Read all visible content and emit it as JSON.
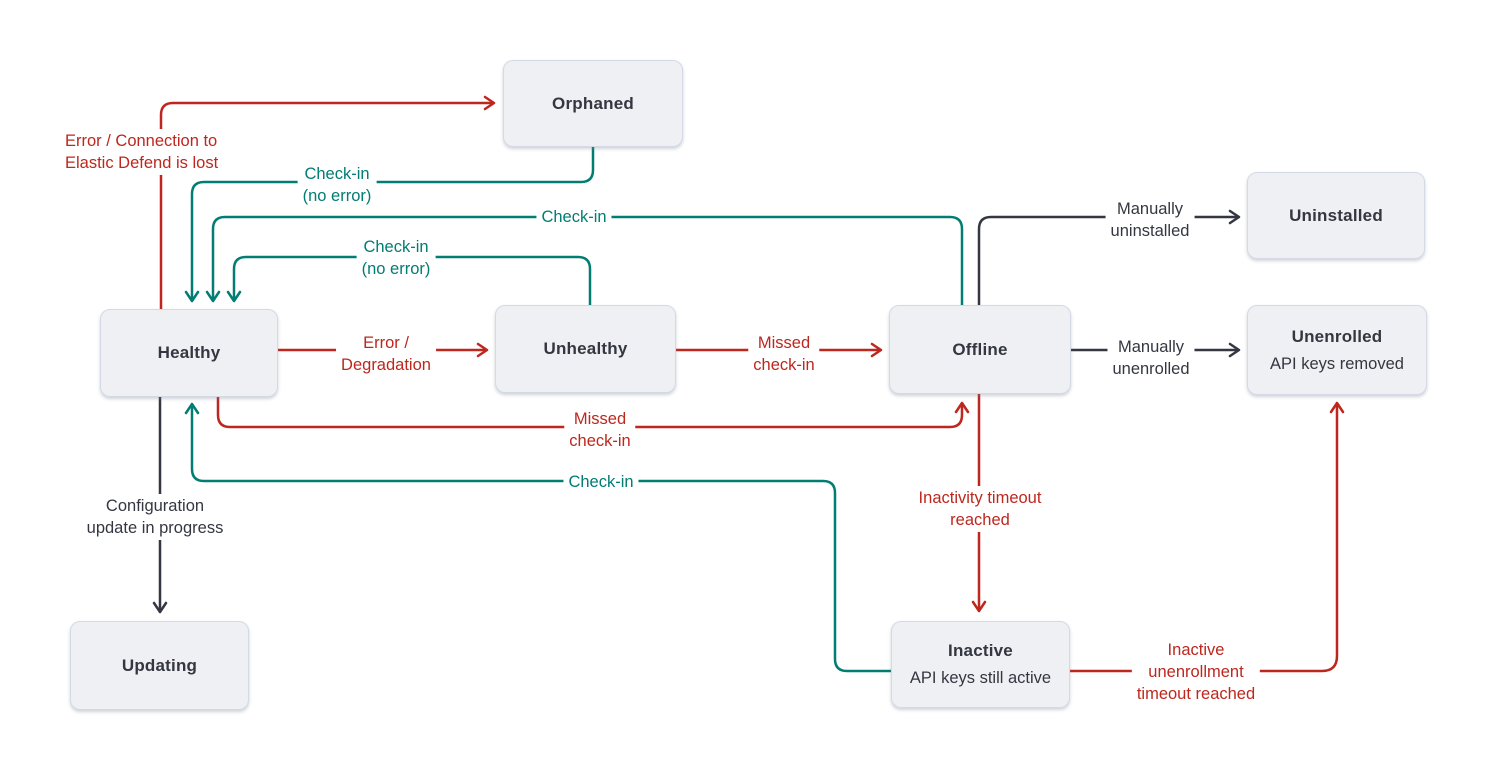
{
  "colors": {
    "red": "#bd271e",
    "teal": "#017d73",
    "dark": "#343741",
    "node_fill": "#eef0f3",
    "node_border": "#d3dae6",
    "background": "#ffffff"
  },
  "nodes": {
    "orphaned": {
      "label": "Orphaned"
    },
    "healthy": {
      "label": "Healthy"
    },
    "unhealthy": {
      "label": "Unhealthy"
    },
    "offline": {
      "label": "Offline"
    },
    "uninstalled": {
      "label": "Uninstalled"
    },
    "unenrolled": {
      "label": "Unenrolled",
      "sublabel": "API keys removed"
    },
    "updating": {
      "label": "Updating"
    },
    "inactive": {
      "label": "Inactive",
      "sublabel": "API keys still active"
    }
  },
  "edges": {
    "healthy_to_orphaned": {
      "from": "Healthy",
      "to": "Orphaned",
      "color": "red",
      "label": [
        "Error / Connection to",
        "Elastic Defend is lost"
      ]
    },
    "orphaned_to_healthy": {
      "from": "Orphaned",
      "to": "Healthy",
      "color": "teal",
      "label": [
        "Check-in",
        "(no error)"
      ]
    },
    "offline_to_healthy": {
      "from": "Offline",
      "to": "Healthy",
      "color": "teal",
      "label": [
        "Check-in"
      ]
    },
    "unhealthy_to_healthy": {
      "from": "Unhealthy",
      "to": "Healthy",
      "color": "teal",
      "label": [
        "Check-in",
        "(no error)"
      ]
    },
    "healthy_to_unhealthy": {
      "from": "Healthy",
      "to": "Unhealthy",
      "color": "red",
      "label": [
        "Error /",
        "Degradation"
      ]
    },
    "unhealthy_to_offline": {
      "from": "Unhealthy",
      "to": "Offline",
      "color": "red",
      "label": [
        "Missed",
        "check-in"
      ]
    },
    "healthy_to_offline": {
      "from": "Healthy",
      "to": "Offline",
      "color": "red",
      "label": [
        "Missed",
        "check-in"
      ]
    },
    "inactive_to_healthy": {
      "from": "Inactive",
      "to": "Healthy",
      "color": "teal",
      "label": [
        "Check-in"
      ]
    },
    "offline_to_uninstalled": {
      "from": "Offline",
      "to": "Uninstalled",
      "color": "dark",
      "label": [
        "Manually",
        "uninstalled"
      ]
    },
    "offline_to_unenrolled": {
      "from": "Offline",
      "to": "Unenrolled",
      "color": "dark",
      "label": [
        "Manually",
        "unenrolled"
      ]
    },
    "offline_to_inactive": {
      "from": "Offline",
      "to": "Inactive",
      "color": "red",
      "label": [
        "Inactivity timeout",
        "reached"
      ]
    },
    "inactive_to_unenrolled": {
      "from": "Inactive",
      "to": "Unenrolled",
      "color": "red",
      "label": [
        "Inactive",
        "unenrollment",
        "timeout reached"
      ]
    },
    "healthy_to_updating": {
      "from": "Healthy",
      "to": "Updating",
      "color": "dark",
      "label": [
        "Configuration",
        "update in progress"
      ]
    }
  }
}
